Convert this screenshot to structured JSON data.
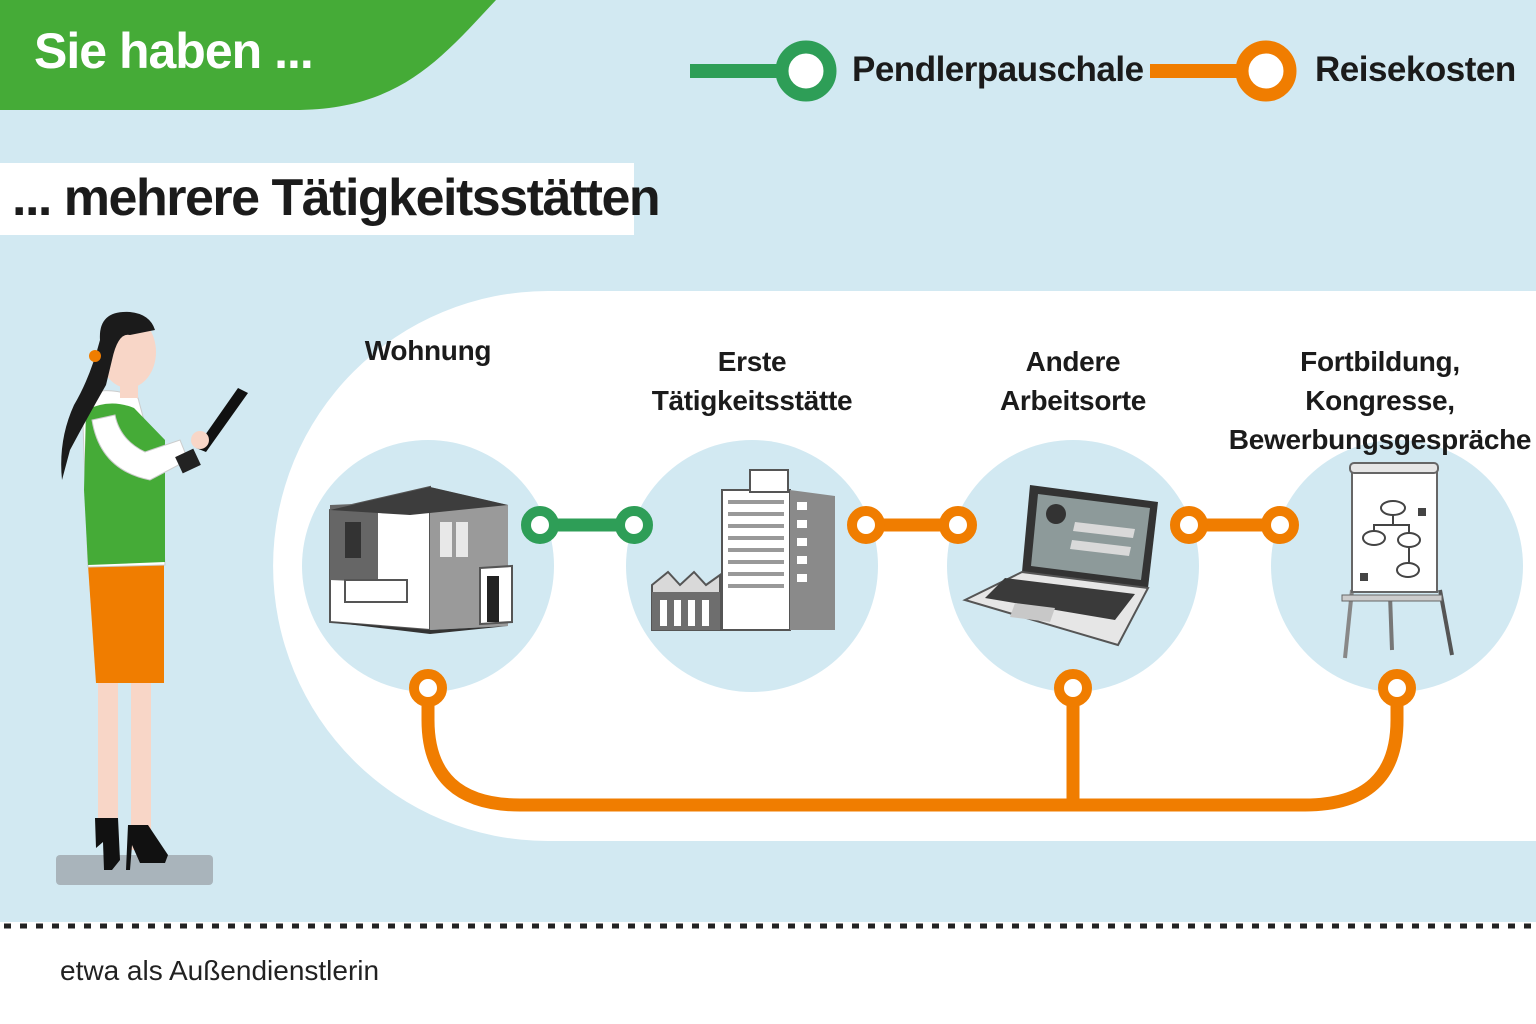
{
  "header": {
    "title": "Sie haben ..."
  },
  "subtitle": "... mehrere Tätigkeitsstätten",
  "legend": [
    {
      "label": "Pendlerpauschale",
      "color": "#2e9e57"
    },
    {
      "label": "Reisekosten",
      "color": "#f07d00"
    }
  ],
  "stations": [
    {
      "line1": "",
      "line2": "Wohnung",
      "icon": "house-icon"
    },
    {
      "line1": "Erste",
      "line2": "Tätigkeitsstätte",
      "icon": "office-building-icon"
    },
    {
      "line1": "Andere",
      "line2": "Arbeitsorte",
      "icon": "laptop-icon"
    },
    {
      "line1": "Fortbildung, Kongresse,",
      "line2": "Bewerbungsgespräche",
      "icon": "flipchart-icon"
    }
  ],
  "footnote": "etwa als Außendienstlerin",
  "colors": {
    "background": "#d2e9f2",
    "header_green": "#45ab37",
    "commute_green": "#2e9e57",
    "travel_orange": "#f07d00",
    "circle_fill": "#d2e9f2"
  }
}
